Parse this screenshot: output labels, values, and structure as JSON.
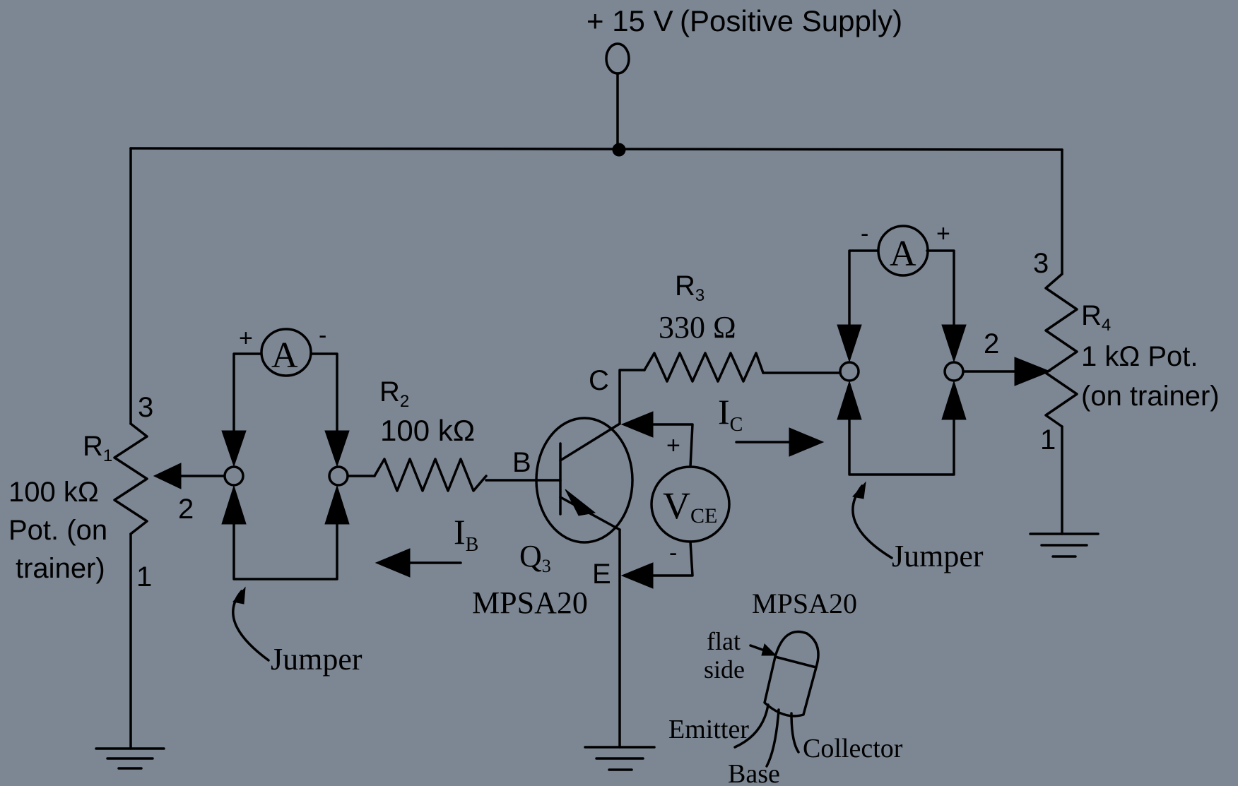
{
  "supply": {
    "label": "+ 15 V",
    "desc": "(Positive Supply)"
  },
  "r1": {
    "name": "R",
    "sub": "1",
    "value": "100 kΩ",
    "line2": "Pot. (on",
    "line3": "trainer)",
    "pin3": "3",
    "pin2": "2",
    "pin1": "1"
  },
  "r2": {
    "name": "R",
    "sub": "2",
    "value": "100 kΩ"
  },
  "r3": {
    "name": "R",
    "sub": "3",
    "value": "330 Ω"
  },
  "r4": {
    "name": "R",
    "sub": "4",
    "value": "1 kΩ Pot.",
    "line2": "(on trainer)",
    "pin3": "3",
    "pin2": "2",
    "pin1": "1"
  },
  "ammeter_base": {
    "symbol": "A",
    "plus": "+",
    "minus": "-"
  },
  "ammeter_collector": {
    "symbol": "A",
    "plus": "+",
    "minus": "-"
  },
  "voltmeter": {
    "symbol": "V",
    "sub": "CE",
    "plus": "+",
    "minus": "-"
  },
  "transistor": {
    "name": "Q",
    "sub": "3",
    "part": "MPSA20",
    "base": "B",
    "collector": "C",
    "emitter": "E"
  },
  "currents": {
    "ib": "I",
    "ib_sub": "B",
    "ic": "I",
    "ic_sub": "C"
  },
  "jumper_labels": [
    "Jumper",
    "Jumper"
  ],
  "package": {
    "title": "MPSA20",
    "flat1": "flat",
    "flat2": "side",
    "emitter": "Emitter",
    "base": "Base",
    "collector": "Collector"
  },
  "colors": {
    "background": "#7d8794",
    "ink": "#000000"
  }
}
